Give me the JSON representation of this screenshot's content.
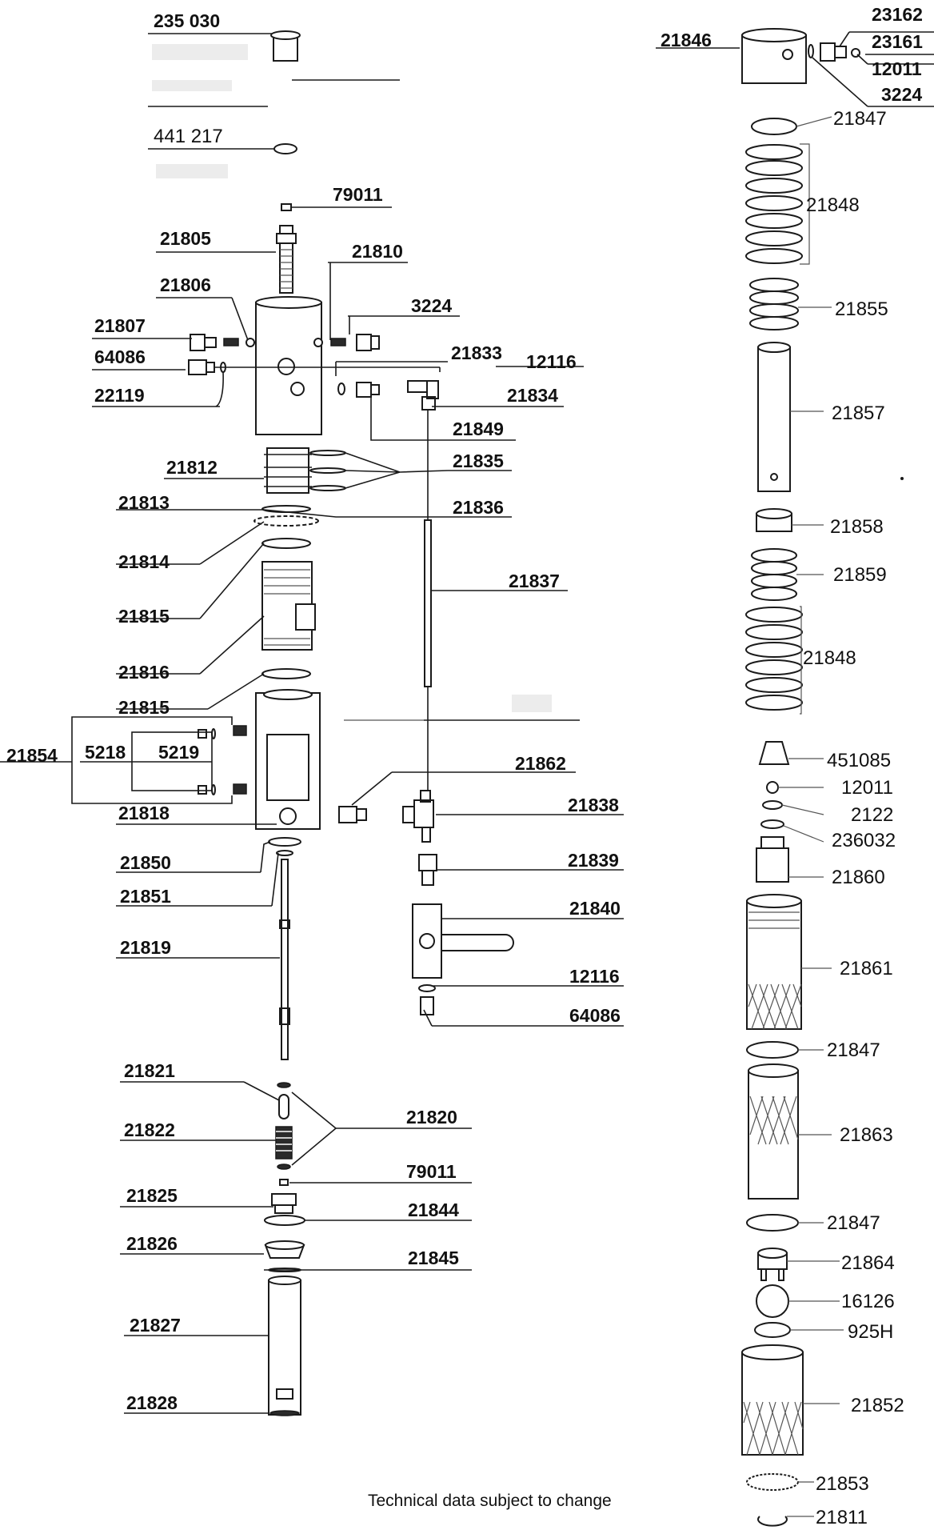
{
  "left_labels": [
    "235 030",
    "441 217",
    "79011",
    "21805",
    "21810",
    "21806",
    "3224",
    "21807",
    "21833",
    "12116",
    "64086",
    "22119",
    "21834",
    "21849",
    "21812",
    "21835",
    "21813",
    "21836",
    "21814",
    "21837",
    "21815",
    "21816",
    "21815",
    "21854",
    "5218",
    "5219",
    "21862",
    "21818",
    "21838",
    "21850",
    "21839",
    "21851",
    "21840",
    "21819",
    "12116",
    "64086",
    "21821",
    "21820",
    "21822",
    "79011",
    "21825",
    "21844",
    "21826",
    "21845",
    "21827",
    "21828"
  ],
  "right_labels": [
    "23162",
    "21846",
    "23161",
    "12011",
    "3224",
    "21847",
    "21848",
    "21855",
    "21857",
    "21858",
    "21859",
    "21848",
    "451085",
    "12011",
    "2122",
    "236032",
    "21860",
    "21861",
    "21847",
    "21863",
    "21847",
    "21864",
    "16126",
    "925H",
    "21852",
    "21853",
    "21811"
  ],
  "footer": "Technical data subject to change"
}
